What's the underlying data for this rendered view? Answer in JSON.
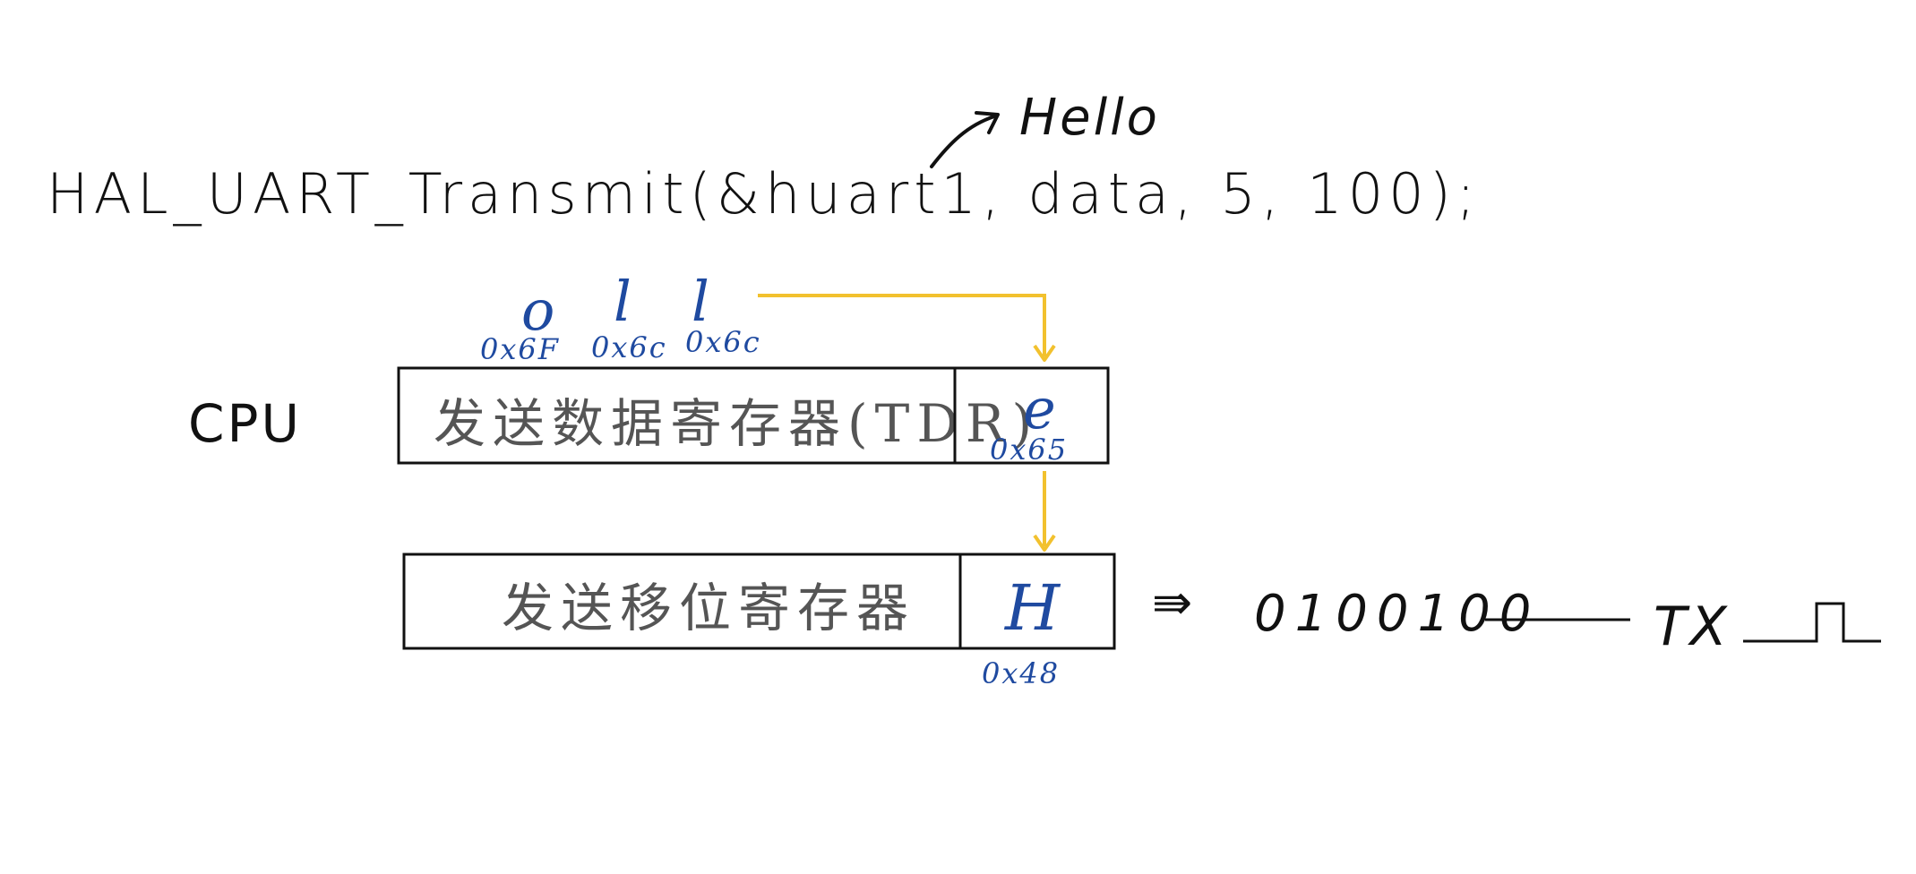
{
  "code_line": "HAL_UART_Transmit(&huart1, data, 5, 100);",
  "data_annotation": "Hello",
  "cpu_label": "CPU",
  "pending_bytes": [
    {
      "char": "o",
      "hex": "0x6F"
    },
    {
      "char": "l",
      "hex": "0x6c"
    },
    {
      "char": "l",
      "hex": "0x6c"
    }
  ],
  "tdr": {
    "label": "发送数据寄存器(TDR)",
    "char": "e",
    "hex": "0x65"
  },
  "shift_register": {
    "label": "发送移位寄存器",
    "char": "H",
    "hex": "0x48"
  },
  "bit_arrow": "⇛",
  "bits": "0100100",
  "tx_label": "TX",
  "colors": {
    "ink": "#111111",
    "blue": "#1f4aa0",
    "gray": "#555555",
    "arrow": "#f2c12e"
  }
}
